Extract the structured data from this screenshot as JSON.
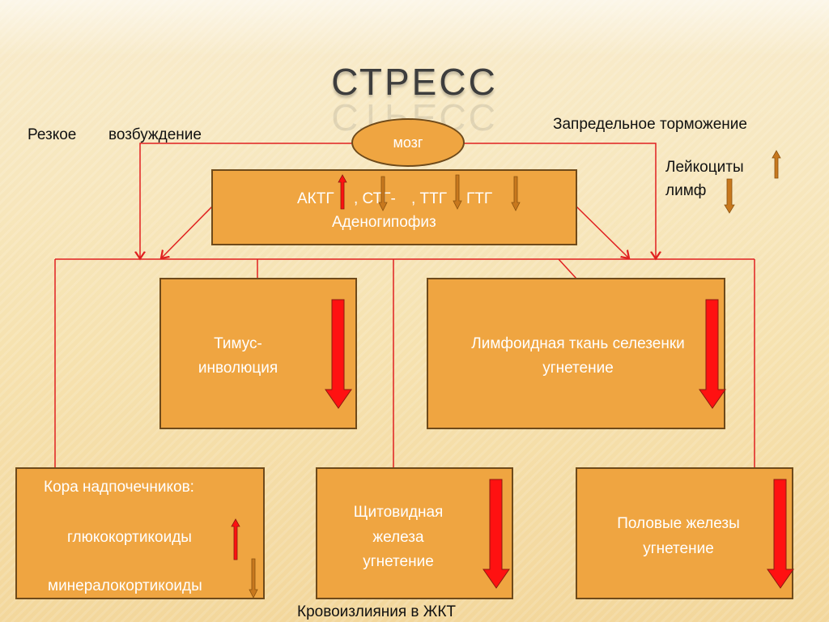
{
  "slide": {
    "title": "СТРЕСС",
    "left_label_1": "Резкое",
    "left_label_2": "возбуждение",
    "right_label": "Запредельное торможение",
    "leukocytes": "Лейкоциты",
    "lymph": "лимф",
    "brain": "мозг",
    "hormones": {
      "actg": "АКТГ",
      "stg": ", СТГ-",
      "ttg": ", ТТГ",
      "gtg": "ГТГ"
    },
    "adeno": "Аденогипофиз",
    "thymus_1": "Тимус-",
    "thymus_2": "инволюция",
    "lymphoid_1": "Лимфоидная ткань селезенки",
    "lymphoid_2": "угнетение",
    "cortex_title": "Кора надпочечников:",
    "gluco": "глюкокортикоиды",
    "mineralo": "минералокортикоиды",
    "thyroid_1": "Щитовидная",
    "thyroid_2": "железа",
    "thyroid_3": "угнетение",
    "gonads_1": "Половые железы",
    "gonads_2": "угнетение",
    "bottom_note": "Кровоизлияния  в  ЖКТ"
  },
  "colors": {
    "line_red": "#e02020",
    "box_fill": "#efa541",
    "box_border": "#6e4a1b",
    "arrow_red": "#ff1111",
    "arrow_orange": "#c7781e"
  },
  "icons": {
    "up_arrow": "up-arrow-icon",
    "down_arrow": "down-arrow-icon"
  }
}
